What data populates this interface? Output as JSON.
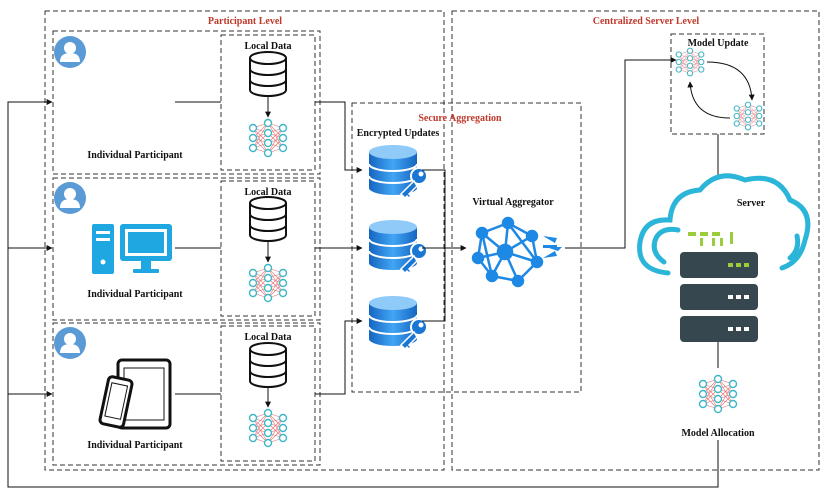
{
  "regions": {
    "participant_level": "Participant Level",
    "centralized_server_level": "Centralized Server Level",
    "secure_aggregation": "Secure Aggregation"
  },
  "participants": [
    {
      "label": "Individual Participant",
      "local_data": "Local Data",
      "device": "none"
    },
    {
      "label": "Individual Participant",
      "local_data": "Local Data",
      "device": "desktop-computer"
    },
    {
      "label": "Individual Participant",
      "local_data": "Local Data",
      "device": "phone-and-tablet"
    }
  ],
  "secure_aggregation": {
    "encrypted_updates": "Encrypted Updates",
    "virtual_aggregator": "Virtual Aggregator"
  },
  "server": {
    "model_update": "Model Update",
    "server": "Server",
    "model_allocation": "Model Allocation"
  },
  "colors": {
    "region_title": "#c0392b",
    "accent_blue": "#1e88e5",
    "cloud_teal": "#2bb5d8",
    "server_dark": "#37474f",
    "led_green": "#9ccc3c",
    "nn_teal": "#3fb6c8"
  }
}
